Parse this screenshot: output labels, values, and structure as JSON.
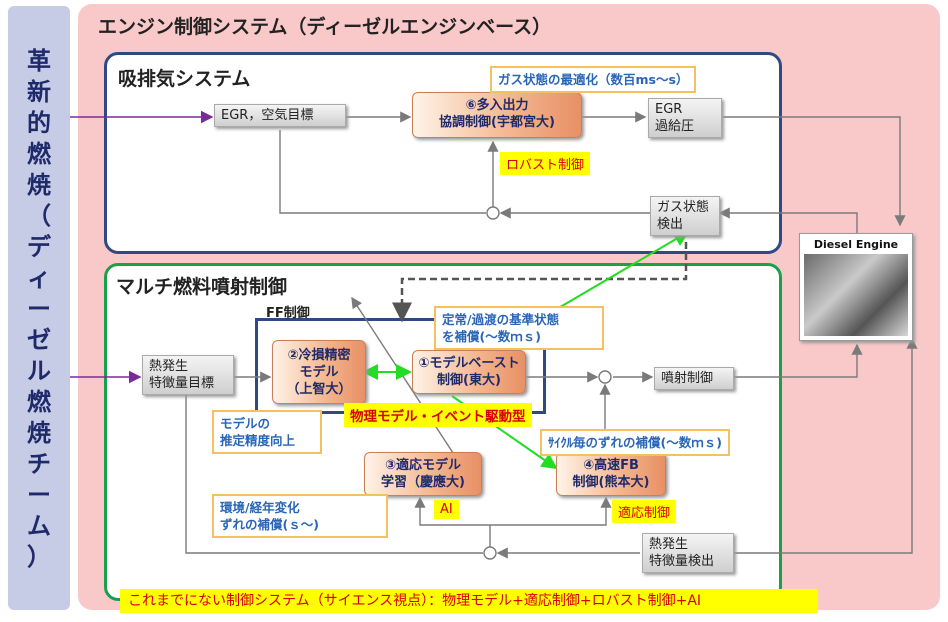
{
  "left_band": {
    "chars": [
      "革",
      "新",
      "的",
      "燃",
      "焼",
      "（",
      "デ",
      "ィ",
      "ー",
      "ゼ",
      "ル",
      "燃",
      "焼",
      "チ",
      "ー",
      "ム",
      "）"
    ]
  },
  "title": "エンジン制御システム（ディーゼルエンジンベース）",
  "intake": {
    "title": "吸排気システム",
    "egr_target": "EGR，空気目標",
    "mimo_line1": "⑥多入出力",
    "mimo_line2": "協調制御(宇都宮大)",
    "egr_out_line1": "EGR",
    "egr_out_line2": "過給圧",
    "gas_detect_line1": "ガス状態",
    "gas_detect_line2": "検出",
    "gas_opt": "ガス状態の最適化（数百ms～s）",
    "robust": "ロバスト制御"
  },
  "engine": {
    "title": "Diesel Engine"
  },
  "fuel": {
    "title": "マルチ燃料噴射制御",
    "ff_label": "FF制御",
    "heat_target_line1": "熱発生",
    "heat_target_line2": "特徴量目標",
    "model_line1": "②冷損精密",
    "model_line2": "モデル",
    "model_line3": "（上智大）",
    "model_based_line1": "①モデルベースト",
    "model_based_line2": "制御(東大)",
    "injection": "噴射制御",
    "adaptive_line1": "③適応モデル",
    "adaptive_line2": "学習（慶應大)",
    "fast_fb_line1": "④高速FB",
    "fast_fb_line2": "制御(熊本大)",
    "heat_detect_line1": "熱発生",
    "heat_detect_line2": "特徴量検出",
    "compensate_line1": "定常/過渡の基準状態",
    "compensate_line2": "を補償(～数ｍｓ)",
    "accuracy_line1": "モデルの",
    "accuracy_line2": "推定精度向上",
    "physical": "物理モデル・イベント駆動型",
    "cycle": "ｻｲｸﾙ毎のずれの補償(～数ｍｓ)",
    "env_line1": "環境/経年変化",
    "env_line2": "ずれの補償(ｓ～)",
    "ai": "AI",
    "adaptive_ctrl": "適応制御"
  },
  "bottom": "これまでにない制御システム（サイエンス視点）：物理モデル+適応制御+ロバスト制御+AI",
  "colors": {
    "pink": "#f9c8c8",
    "blue_border": "#2f4a80",
    "green_border": "#18a04a",
    "yellow": "#ffff00",
    "red_text": "#d80000",
    "callout_blue": "#2a66b8"
  }
}
